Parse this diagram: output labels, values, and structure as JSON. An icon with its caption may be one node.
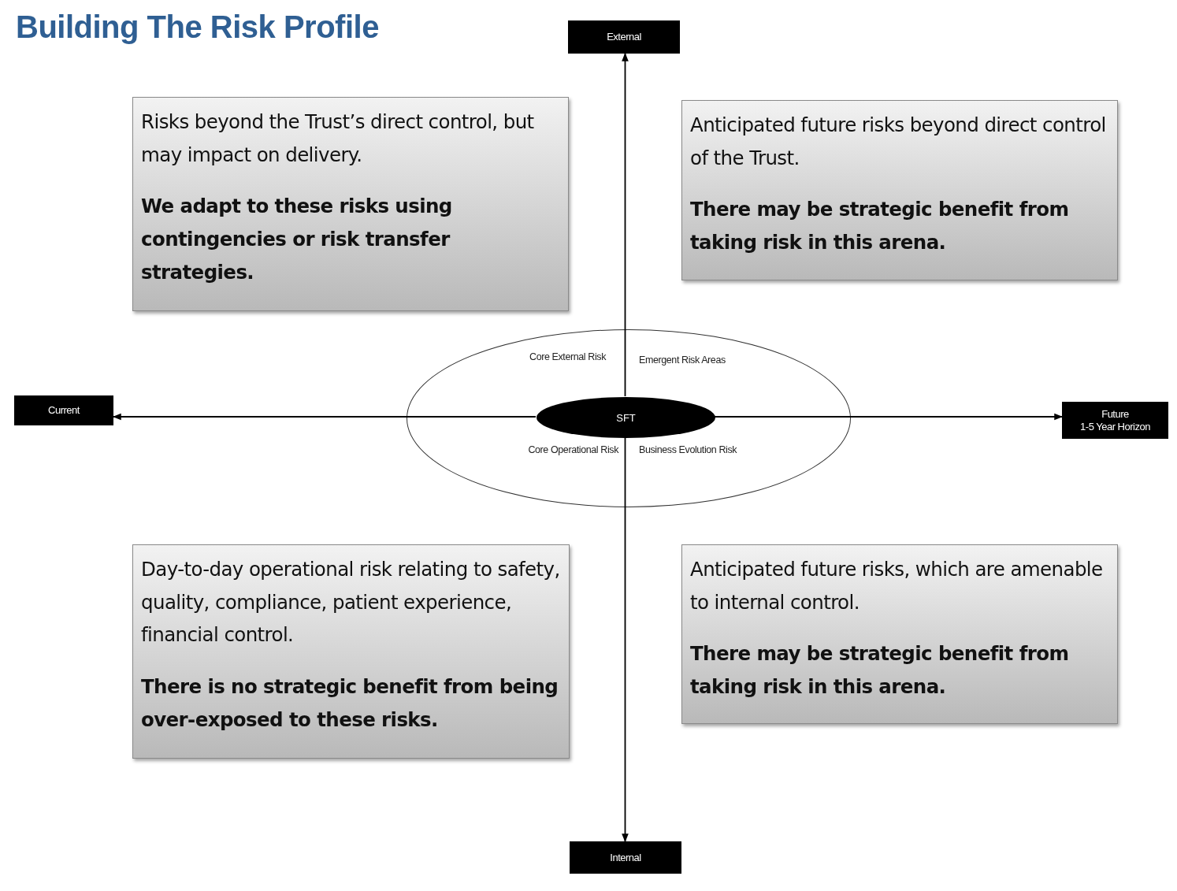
{
  "diagram": {
    "title": "Building The Risk Profile",
    "nodes": [
      {
        "text": [
          "External"
        ]
      },
      {
        "text": [
          "Risks beyond the Trust’s direct control, but may impact on delivery.",
          "We adapt to these risks using contingencies or risk transfer strategies."
        ]
      },
      {
        "text": [
          "Anticipated future risks beyond direct control of the Trust.",
          "There may be strategic benefit from taking risk in this arena."
        ]
      },
      {
        "text": [
          "Current"
        ]
      },
      {
        "text": [
          "Core External Risk",
          "Emergent Risk Areas",
          "Core Operational Risk",
          "Business Evolution Risk"
        ]
      },
      {
        "text": [
          "SFT"
        ],
        "in": 4
      },
      {
        "text": [
          "Future",
          "1-5 Year Horizon"
        ]
      },
      {
        "text": [
          "Day-to-day operational risk relating to safety, quality, compliance, patient experience, financial control.",
          "There is no strategic benefit from being over-exposed to these risks."
        ]
      },
      {
        "text": [
          "Anticipated future risks, which are amenable to internal control.",
          "There may be strategic benefit from taking risk in this arena."
        ]
      },
      {
        "text": [
          "Internal"
        ]
      }
    ],
    "edges": [
      {
        "from": 5,
        "to": 0,
        "arrow": "to"
      },
      {
        "from": 5,
        "to": 3,
        "arrow": "to"
      },
      {
        "from": 5,
        "to": 6,
        "arrow": "to"
      },
      {
        "from": 5,
        "to": 9,
        "arrow": "to"
      }
    ]
  }
}
